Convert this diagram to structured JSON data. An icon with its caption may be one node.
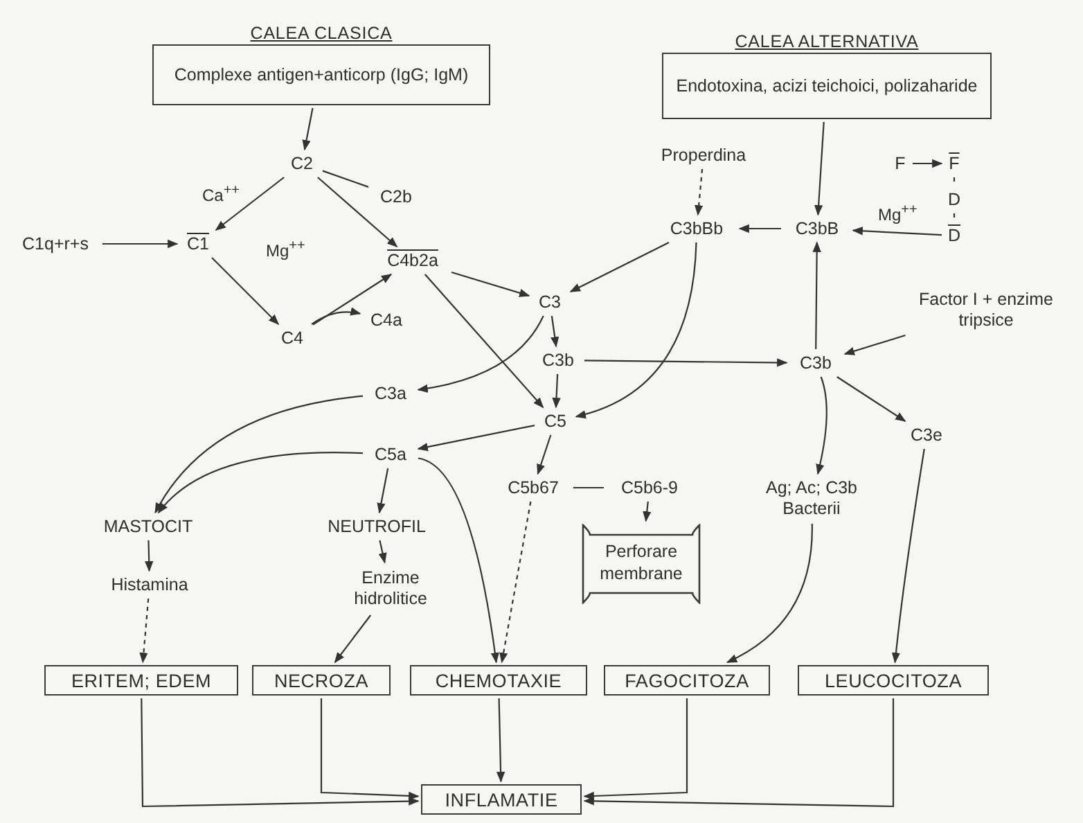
{
  "diagram": {
    "nodes": [
      {
        "text": [
          "CALEA CLASICA",
          "Complexe antigen+anticorp (IgG; IgM)"
        ]
      },
      {
        "text": [
          "C2"
        ]
      },
      {
        "text": [
          "C1"
        ]
      },
      {
        "text": [
          "C1q+r+s"
        ]
      },
      {
        "text": [
          "C4"
        ]
      },
      {
        "text": [
          "C4b2a"
        ]
      },
      {
        "text": [
          "C4a"
        ]
      },
      {
        "text": [
          "C2b"
        ]
      },
      {
        "text": [
          "C3"
        ]
      },
      {
        "text": [
          "C3b"
        ]
      },
      {
        "text": [
          "C3a"
        ]
      },
      {
        "text": [
          "C5"
        ]
      },
      {
        "text": [
          "C5a"
        ]
      },
      {
        "text": [
          "C5b67"
        ]
      },
      {
        "text": [
          "C5b6-9"
        ]
      },
      {
        "text": [
          "Perforare membrane"
        ]
      },
      {
        "text": [
          "MASTOCIT"
        ]
      },
      {
        "text": [
          "Histamina"
        ]
      },
      {
        "text": [
          "NEUTROFIL"
        ]
      },
      {
        "text": [
          "Enzime hidrolitice"
        ]
      },
      {
        "text": [
          "ERITEM; EDEM"
        ]
      },
      {
        "text": [
          "NECROZA"
        ]
      },
      {
        "text": [
          "CHEMOTAXIE"
        ]
      },
      {
        "text": [
          "FAGOCITOZA"
        ]
      },
      {
        "text": [
          "LEUCOCITOZA"
        ]
      },
      {
        "text": [
          "INFLAMATIE"
        ]
      },
      {
        "text": [
          "CALEA ALTERNATIVA",
          "Endotoxina, acizi teichoici, polizaharide"
        ]
      },
      {
        "text": [
          "Properdina"
        ]
      },
      {
        "text": [
          "C3bBb"
        ]
      },
      {
        "text": [
          "C3bB"
        ]
      },
      {
        "text": [
          "F"
        ]
      },
      {
        "text": [
          "F"
        ]
      },
      {
        "text": [
          "D"
        ]
      },
      {
        "text": [
          "D"
        ]
      },
      {
        "text": [
          "Factor I + enzime tripsice"
        ]
      },
      {
        "text": [
          "C3b"
        ]
      },
      {
        "text": [
          "C3e"
        ]
      },
      {
        "text": [
          "Ag; Ac; C3b Bacterii"
        ]
      }
    ],
    "edges": [
      {
        "from": 0,
        "to": 1,
        "arrow": "to"
      },
      {
        "from": 1,
        "to": 2,
        "arrow": "to"
      },
      {
        "from": 1,
        "to": 5,
        "arrow": "to"
      },
      {
        "from": 1,
        "to": 7,
        "arrow": "none"
      },
      {
        "from": 3,
        "to": 2,
        "arrow": "to"
      },
      {
        "from": 2,
        "to": 4,
        "arrow": "to"
      },
      {
        "from": 4,
        "to": 5,
        "arrow": "to"
      },
      {
        "from": 4,
        "to": 6,
        "arrow": "to"
      },
      {
        "from": 5,
        "to": 8,
        "arrow": "to"
      },
      {
        "from": 5,
        "to": 11,
        "arrow": "to"
      },
      {
        "from": 8,
        "to": 9,
        "arrow": "to"
      },
      {
        "from": 8,
        "to": 10,
        "arrow": "to"
      },
      {
        "from": 9,
        "to": 11,
        "arrow": "to"
      },
      {
        "from": 9,
        "to": 35,
        "arrow": "to"
      },
      {
        "from": 28,
        "to": 8,
        "arrow": "to"
      },
      {
        "from": 28,
        "to": 11,
        "arrow": "to"
      },
      {
        "from": 29,
        "to": 28,
        "arrow": "to"
      },
      {
        "from": 33,
        "to": 29,
        "arrow": "to",
        "label": "Mg$^{++}$"
      },
      {
        "from": 30,
        "to": 31,
        "arrow": "to"
      },
      {
        "from": 31,
        "to": 32,
        "arrow": "none",
        "style": "dashed"
      },
      {
        "from": 32,
        "to": 33,
        "arrow": "none",
        "style": "dashed"
      },
      {
        "from": 26,
        "to": 29,
        "arrow": "to"
      },
      {
        "from": 27,
        "to": 28,
        "arrow": "to",
        "style": "dashed"
      },
      {
        "from": 35,
        "to": 29,
        "arrow": "to"
      },
      {
        "from": 34,
        "to": 35,
        "arrow": "to"
      },
      {
        "from": 35,
        "to": 37,
        "arrow": "to"
      },
      {
        "from": 35,
        "to": 36,
        "arrow": "to"
      },
      {
        "from": 10,
        "to": 16,
        "arrow": "to"
      },
      {
        "from": 11,
        "to": 12,
        "arrow": "to"
      },
      {
        "from": 12,
        "to": 16,
        "arrow": "to"
      },
      {
        "from": 12,
        "to": 18,
        "arrow": "to"
      },
      {
        "from": 12,
        "to": 22,
        "arrow": "to"
      },
      {
        "from": 11,
        "to": 13,
        "arrow": "to"
      },
      {
        "from": 13,
        "to": 14,
        "arrow": "none"
      },
      {
        "from": 14,
        "to": 15,
        "arrow": "to"
      },
      {
        "from": 13,
        "to": 22,
        "arrow": "to",
        "style": "dashed"
      },
      {
        "from": 16,
        "to": 17,
        "arrow": "to"
      },
      {
        "from": 17,
        "to": 20,
        "arrow": "to",
        "style": "dashed"
      },
      {
        "from": 18,
        "to": 19,
        "arrow": "to"
      },
      {
        "from": 19,
        "to": 21,
        "arrow": "to"
      },
      {
        "from": 37,
        "to": 23,
        "arrow": "to"
      },
      {
        "from": 36,
        "to": 24,
        "arrow": "to"
      },
      {
        "from": 20,
        "to": 25,
        "arrow": "to"
      },
      {
        "from": 21,
        "to": 25,
        "arrow": "to"
      },
      {
        "from": 22,
        "to": 25,
        "arrow": "to"
      },
      {
        "from": 23,
        "to": 25,
        "arrow": "to"
      },
      {
        "from": 24,
        "to": 25,
        "arrow": "to"
      }
    ],
    "labels": [
      "Ca$^{++}$",
      "Mg$^{++}$"
    ]
  }
}
